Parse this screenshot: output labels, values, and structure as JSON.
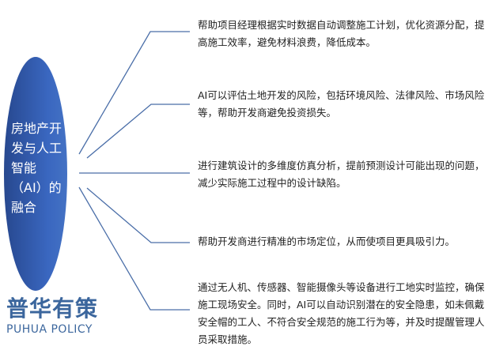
{
  "center": {
    "title": "房地产开发与人工智能（AI）的融合"
  },
  "watermark": {
    "cn": "普华有策",
    "en": "PUHUA POLICY"
  },
  "items": [
    {
      "text": "帮助项目经理根据实时数据自动调整施工计划，优化资源分配，提高施工效率，避免材料浪费，降低成本。"
    },
    {
      "text": "AI可以评估土地开发的风险，包括环境风险、法律风险、市场风险等，帮助开发商避免投资损失。"
    },
    {
      "text": "进行建筑设计的多维度仿真分析，提前预测设计可能出现的问题，减少实际施工过程中的设计缺陷。"
    },
    {
      "text": "帮助开发商进行精准的市场定位，从而使项目更具吸引力。"
    },
    {
      "text": "通过无人机、传感器、智能摄像头等设备进行工地实时监控，确保施工现场安全。同时，AI可以自动识别潜在的安全隐患，如未佩戴安全帽的工人、不符合安全规范的施工行为等，并及时提醒管理人员采取措施。"
    }
  ],
  "colors": {
    "ellipse": "#3a67c0",
    "connector": "#4a6ea8"
  }
}
